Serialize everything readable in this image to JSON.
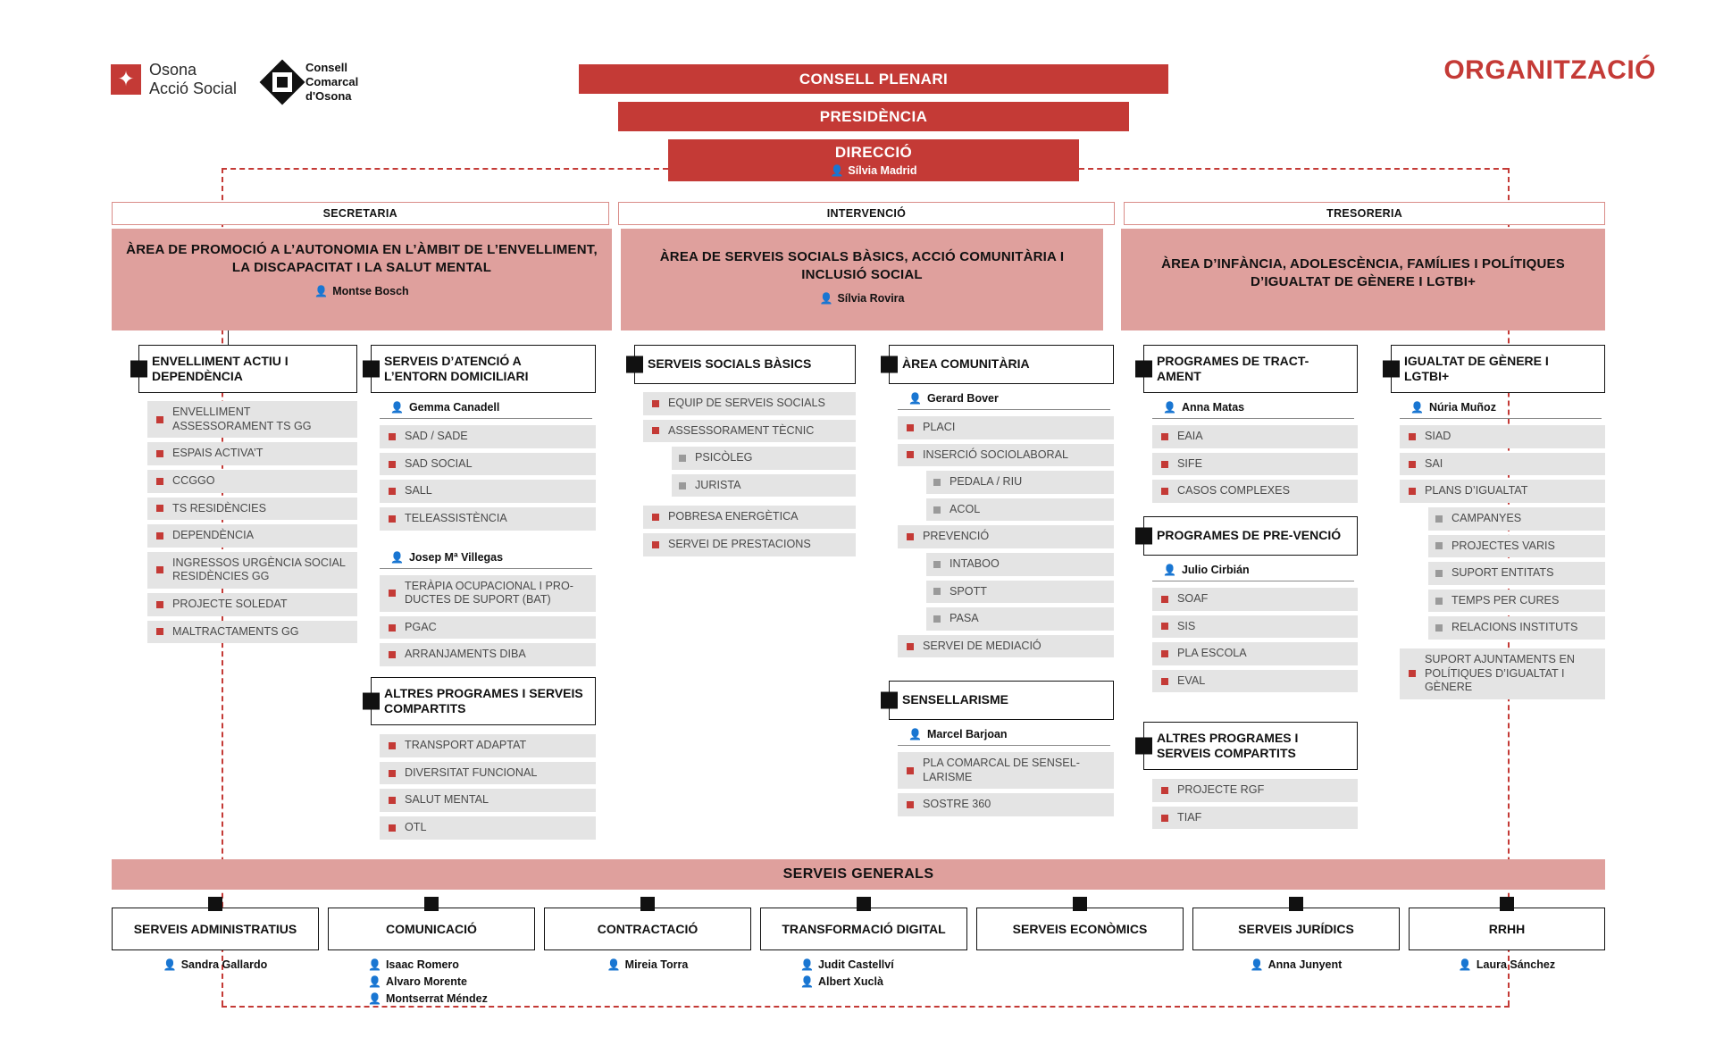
{
  "page_title": "ORGANITZACIÓ",
  "colors": {
    "brand_red": "#C43A36",
    "area_pink": "#DFA09D",
    "leaf_gray": "#E4E4E4",
    "text_dark": "#111111"
  },
  "logos": {
    "osona": {
      "line1": "Osona",
      "line2": "Acció Social",
      "icon": "star-logo-icon"
    },
    "consell": {
      "line1": "Consell",
      "line2": "Comarcal",
      "line3": "d'Osona",
      "icon": "diamond-crest-icon"
    }
  },
  "top": {
    "consell_plenari": "CONSELL PLENARI",
    "presidencia": "PRESIDÈNCIA",
    "direccio": "DIRECCIÓ",
    "direccio_person": "Sílvia Madrid"
  },
  "staff_row": [
    {
      "label": "SECRETARIA"
    },
    {
      "label": "INTERVENCIÓ"
    },
    {
      "label": "TRESORERIA"
    }
  ],
  "areas": [
    {
      "title": "ÀREA DE PROMOCIÓ A L’AUTONOMIA EN L’ÀMBIT DE L’ENVELLIMENT, LA DISCAPACITAT I LA SALUT MENTAL",
      "person": "Montse Bosch"
    },
    {
      "title": "ÀREA DE SERVEIS SOCIALS BÀSICS, ACCIÓ COMUNITÀRIA I INCLUSIÓ SOCIAL",
      "person": "Sílvia Rovira"
    },
    {
      "title": "ÀREA D’INFÀNCIA, ADOLESCÈNCIA, FAMÍLIES I POLÍTIQUES D’IGUALTAT DE GÈNERE I LGTBI+",
      "person": ""
    }
  ],
  "units": {
    "envelliment": {
      "title": "ENVELLIMENT ACTIU I DEPENDÈNCIA",
      "items": [
        "ENVELLIMENT ASSESSORAMENT TS GG",
        "ESPAIS ACTIVA’T",
        "CCGGO",
        "TS RESIDÈNCIES",
        "DEPENDÈNCIA",
        "INGRESSOS URGÈNCIA SOCIAL RESIDÈNCIES GG",
        "PROJECTE SOLEDAT",
        "MALTRACTAMENTS GG"
      ]
    },
    "entorn_domiciliari": {
      "title": "SERVEIS D’ATENCIÓ A L’ENTORN DOMICILIARI",
      "owner1": "Gemma Canadell",
      "items1": [
        "SAD / SADE",
        "SAD SOCIAL",
        "SALL",
        "TELEASSISTÈNCIA"
      ],
      "owner2": "Josep Mª Villegas",
      "items2": [
        "TERÀPIA OCUPACIONAL I PRO-DUCTES DE SUPORT (BAT)",
        "PGAC",
        "ARRANJAMENTS DIBA"
      ]
    },
    "altres_1": {
      "title": "ALTRES PROGRAMES I SERVEIS COMPARTITS",
      "items": [
        "TRANSPORT ADAPTAT",
        "DIVERSITAT FUNCIONAL",
        "SALUT MENTAL",
        "OTL"
      ]
    },
    "serveis_socials_basics": {
      "title": "SERVEIS SOCIALS BÀSICS",
      "items": [
        {
          "label": "EQUIP DE SERVEIS SOCIALS",
          "level": 1
        },
        {
          "label": "ASSESSORAMENT TÈCNIC",
          "level": 1
        },
        {
          "label": "PSICÒLEG",
          "level": 2
        },
        {
          "label": "JURISTA",
          "level": 2
        },
        {
          "label": "POBRESA ENERGÈTICA",
          "level": 1
        },
        {
          "label": "SERVEI DE PRESTACIONS",
          "level": 1
        }
      ]
    },
    "area_comunitaria": {
      "title": "ÀREA COMUNITÀRIA",
      "owner": "Gerard Bover",
      "items": [
        {
          "label": "PLACI",
          "level": 1
        },
        {
          "label": "INSERCIÓ SOCIOLABORAL",
          "level": 1
        },
        {
          "label": "PEDALA / RIU",
          "level": 2
        },
        {
          "label": "ACOL",
          "level": 2
        },
        {
          "label": "PREVENCIÓ",
          "level": 1
        },
        {
          "label": "INTABOO",
          "level": 2
        },
        {
          "label": "SPOTT",
          "level": 2
        },
        {
          "label": "PASA",
          "level": 2
        },
        {
          "label": "SERVEI DE MEDIACIÓ",
          "level": 1
        }
      ]
    },
    "sensellarisme": {
      "title": "SENSELLARISME",
      "owner": "Marcel Barjoan",
      "items": [
        "PLA COMARCAL DE SENSEL-LARISME",
        "SOSTRE 360"
      ]
    },
    "tractament": {
      "title": "PROGRAMES DE TRACT-AMENT",
      "owner": "Anna Matas",
      "items": [
        "EAIA",
        "SIFE",
        "CASOS COMPLEXES"
      ]
    },
    "prevencio": {
      "title": "PROGRAMES DE PRE-VENCIÓ",
      "owner": "Julio Cirbián",
      "items": [
        "SOAF",
        "SIS",
        "PLA ESCOLA",
        "EVAL"
      ]
    },
    "altres_2": {
      "title": "ALTRES PROGRAMES I SERVEIS COMPARTITS",
      "items": [
        "PROJECTE RGF",
        "TIAF"
      ]
    },
    "igualtat": {
      "title": "IGUALTAT DE GÈNERE I LGTBI+",
      "owner": "Núria Muñoz",
      "items": [
        {
          "label": "SIAD",
          "level": 1
        },
        {
          "label": "SAI",
          "level": 1
        },
        {
          "label": "PLANS D’IGUALTAT",
          "level": 1
        },
        {
          "label": "CAMPANYES",
          "level": 2
        },
        {
          "label": "PROJECTES VARIS",
          "level": 2
        },
        {
          "label": "SUPORT ENTITATS",
          "level": 2
        },
        {
          "label": "TEMPS PER CURES",
          "level": 2
        },
        {
          "label": "RELACIONS INSTITUTS",
          "level": 2
        }
      ],
      "footer_item": "SUPORT AJUNTAMENTS EN POLÍTIQUES D’IGUALTAT I GÈNERE"
    }
  },
  "serveis_generals": {
    "title": "SERVEIS GENERALS",
    "columns": [
      {
        "title": "SERVEIS ADMINISTRATIUS",
        "people": [
          "Sandra Gallardo"
        ]
      },
      {
        "title": "COMUNICACIÓ",
        "people": [
          "Isaac Romero",
          "Alvaro Morente",
          "Montserrat Méndez"
        ]
      },
      {
        "title": "CONTRACTACIÓ",
        "people": [
          "Mireia Torra"
        ]
      },
      {
        "title": "TRANSFORMACIÓ DIGITAL",
        "people": [
          "Judit Castellví",
          "Albert Xuclà"
        ]
      },
      {
        "title": "SERVEIS ECONÒMICS",
        "people": []
      },
      {
        "title": "SERVEIS JURÍDICS",
        "people": [
          "Anna Junyent"
        ]
      },
      {
        "title": "RRHH",
        "people": [
          "Laura Sánchez"
        ]
      }
    ]
  }
}
